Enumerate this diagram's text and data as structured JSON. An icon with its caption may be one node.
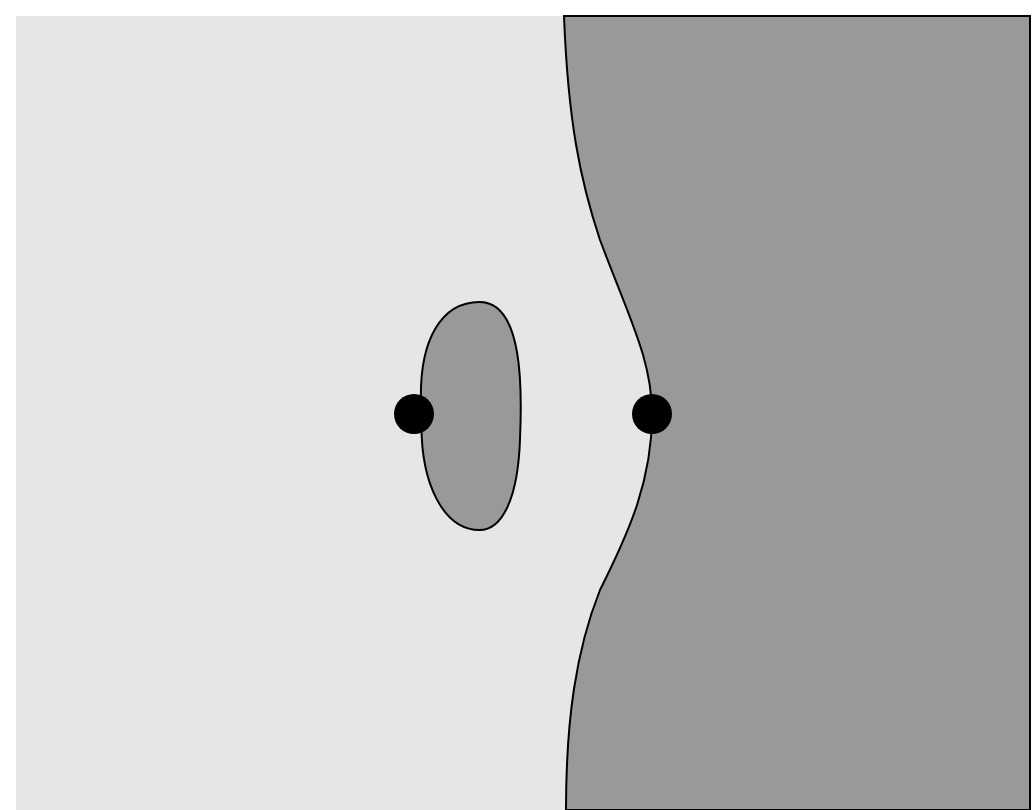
{
  "diagram": {
    "nodes": [
      {
        "text": [],
        "shape": "oval"
      },
      {
        "text": [],
        "shape": "circle"
      },
      {
        "text": [],
        "shape": "circle"
      }
    ]
  }
}
